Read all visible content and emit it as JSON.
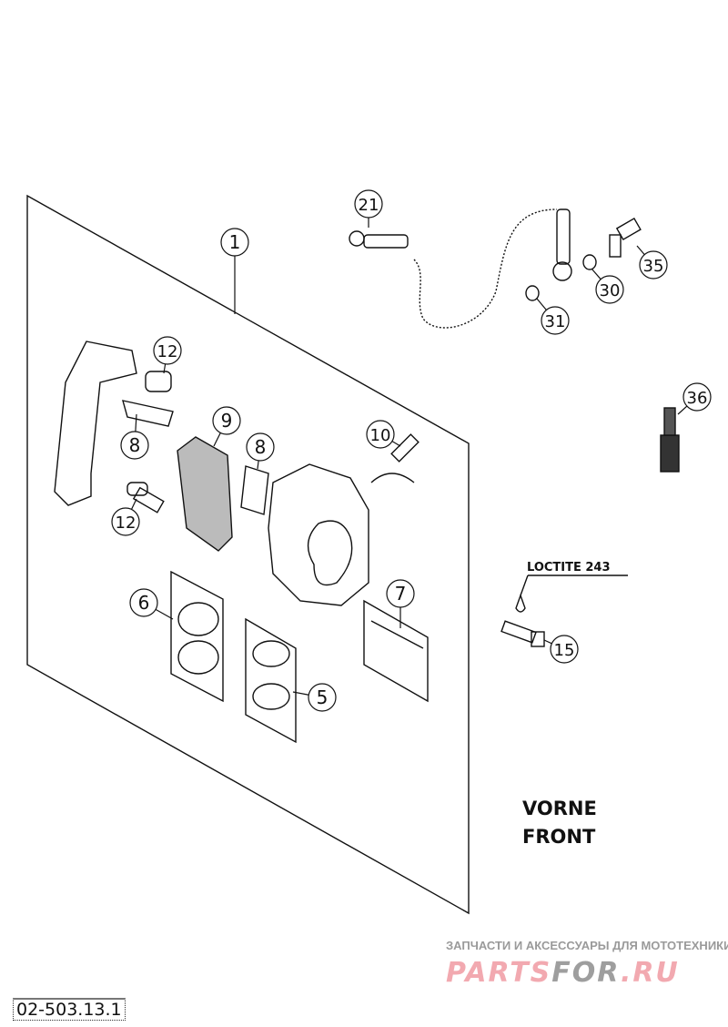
{
  "diagram": {
    "callouts": [
      "21",
      "1",
      "35",
      "30",
      "31",
      "12",
      "36",
      "9",
      "10",
      "8",
      "8",
      "12",
      "6",
      "7",
      "5",
      "15"
    ],
    "annotation_loctite": "LOCTITE 243",
    "direction_de": "VORNE",
    "direction_en": "FRONT",
    "document_number": "02-503.13.1"
  },
  "watermark": {
    "subtitle": "ЗАПЧАСТИ И АКСЕССУАРЫ ДЛЯ МОТОТЕХНИКИ",
    "logo_part1": "PARTS",
    "logo_part2": "FOR",
    "logo_part3": ".RU"
  },
  "colors": {
    "line": "#111111",
    "watermark_pink": "#f2a9b0",
    "watermark_gray": "#9e9e9e"
  }
}
